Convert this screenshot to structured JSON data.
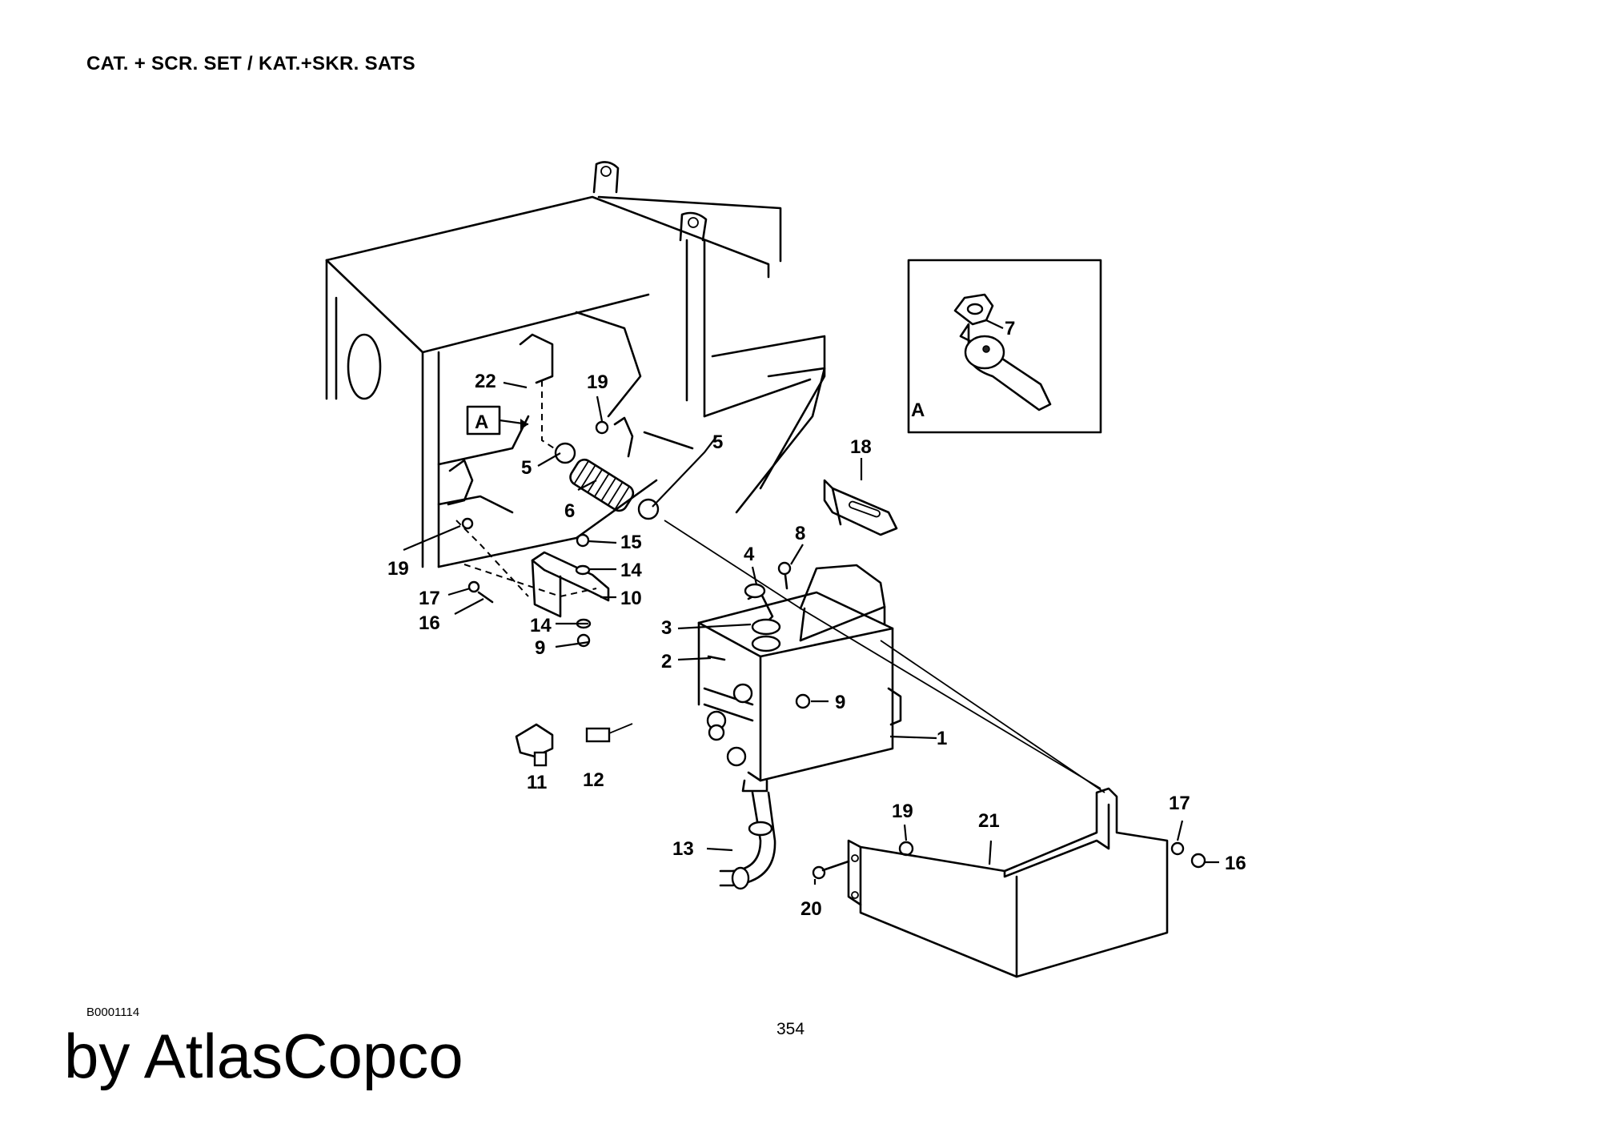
{
  "header": {
    "title": "CAT. + SCR. SET / KAT.+SKR. SATS"
  },
  "footer": {
    "reference": "B0001114",
    "page": "354",
    "brand": "by AtlasCopco"
  },
  "detail_view": {
    "label": "A"
  },
  "callouts": [
    {
      "id": "c1",
      "text": "1"
    },
    {
      "id": "c2",
      "text": "2"
    },
    {
      "id": "c3",
      "text": "3"
    },
    {
      "id": "c4",
      "text": "4"
    },
    {
      "id": "c5a",
      "text": "5"
    },
    {
      "id": "c5b",
      "text": "5"
    },
    {
      "id": "c6",
      "text": "6"
    },
    {
      "id": "c7",
      "text": "7"
    },
    {
      "id": "c8",
      "text": "8"
    },
    {
      "id": "c9a",
      "text": "9"
    },
    {
      "id": "c9b",
      "text": "9"
    },
    {
      "id": "c10",
      "text": "10"
    },
    {
      "id": "c11",
      "text": "11"
    },
    {
      "id": "c12",
      "text": "12"
    },
    {
      "id": "c13",
      "text": "13"
    },
    {
      "id": "c14a",
      "text": "14"
    },
    {
      "id": "c14b",
      "text": "14"
    },
    {
      "id": "c15",
      "text": "15"
    },
    {
      "id": "c16a",
      "text": "16"
    },
    {
      "id": "c16b",
      "text": "16"
    },
    {
      "id": "c17a",
      "text": "17"
    },
    {
      "id": "c17b",
      "text": "17"
    },
    {
      "id": "c18",
      "text": "18"
    },
    {
      "id": "c19a",
      "text": "19"
    },
    {
      "id": "c19b",
      "text": "19"
    },
    {
      "id": "c19c",
      "text": "19"
    },
    {
      "id": "c20",
      "text": "20"
    },
    {
      "id": "c21",
      "text": "21"
    },
    {
      "id": "c22",
      "text": "22"
    },
    {
      "id": "cA",
      "text": "A"
    }
  ]
}
